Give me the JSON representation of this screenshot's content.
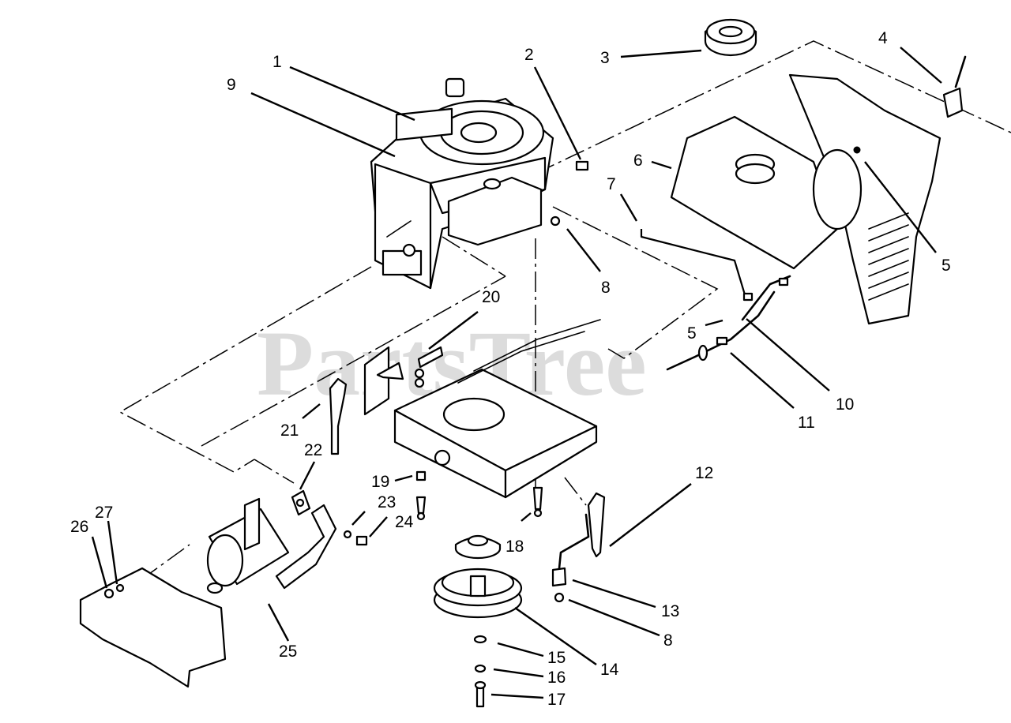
{
  "watermark": "PartsTree",
  "callouts": [
    {
      "id": "c1",
      "label": "1"
    },
    {
      "id": "c2",
      "label": "2"
    },
    {
      "id": "c3",
      "label": "3"
    },
    {
      "id": "c4",
      "label": "4"
    },
    {
      "id": "c5a",
      "label": "5"
    },
    {
      "id": "c5b",
      "label": "5"
    },
    {
      "id": "c6",
      "label": "6"
    },
    {
      "id": "c7",
      "label": "7"
    },
    {
      "id": "c8a",
      "label": "8"
    },
    {
      "id": "c8b",
      "label": "8"
    },
    {
      "id": "c9",
      "label": "9"
    },
    {
      "id": "c10",
      "label": "10"
    },
    {
      "id": "c11",
      "label": "11"
    },
    {
      "id": "c12",
      "label": "12"
    },
    {
      "id": "c13",
      "label": "13"
    },
    {
      "id": "c14",
      "label": "14"
    },
    {
      "id": "c15",
      "label": "15"
    },
    {
      "id": "c16",
      "label": "16"
    },
    {
      "id": "c17",
      "label": "17"
    },
    {
      "id": "c18",
      "label": "18"
    },
    {
      "id": "c19",
      "label": "19"
    },
    {
      "id": "c20",
      "label": "20"
    },
    {
      "id": "c21",
      "label": "21"
    },
    {
      "id": "c22",
      "label": "22"
    },
    {
      "id": "c23",
      "label": "23"
    },
    {
      "id": "c24",
      "label": "24"
    },
    {
      "id": "c25",
      "label": "25"
    },
    {
      "id": "c26",
      "label": "26"
    },
    {
      "id": "c27",
      "label": "27"
    }
  ]
}
